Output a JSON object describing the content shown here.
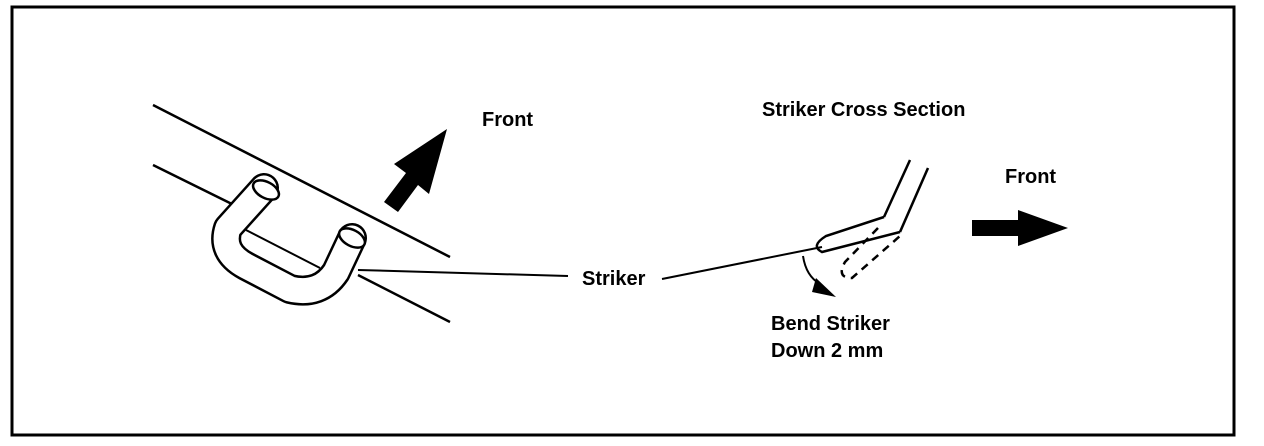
{
  "labels": {
    "front_left": "Front",
    "cross_section": "Striker Cross Section",
    "front_right": "Front",
    "striker": "Striker",
    "bend_line1": "Bend Striker",
    "bend_line2": "Down 2 mm"
  },
  "colors": {
    "ink": "#000000",
    "paper": "#ffffff"
  }
}
